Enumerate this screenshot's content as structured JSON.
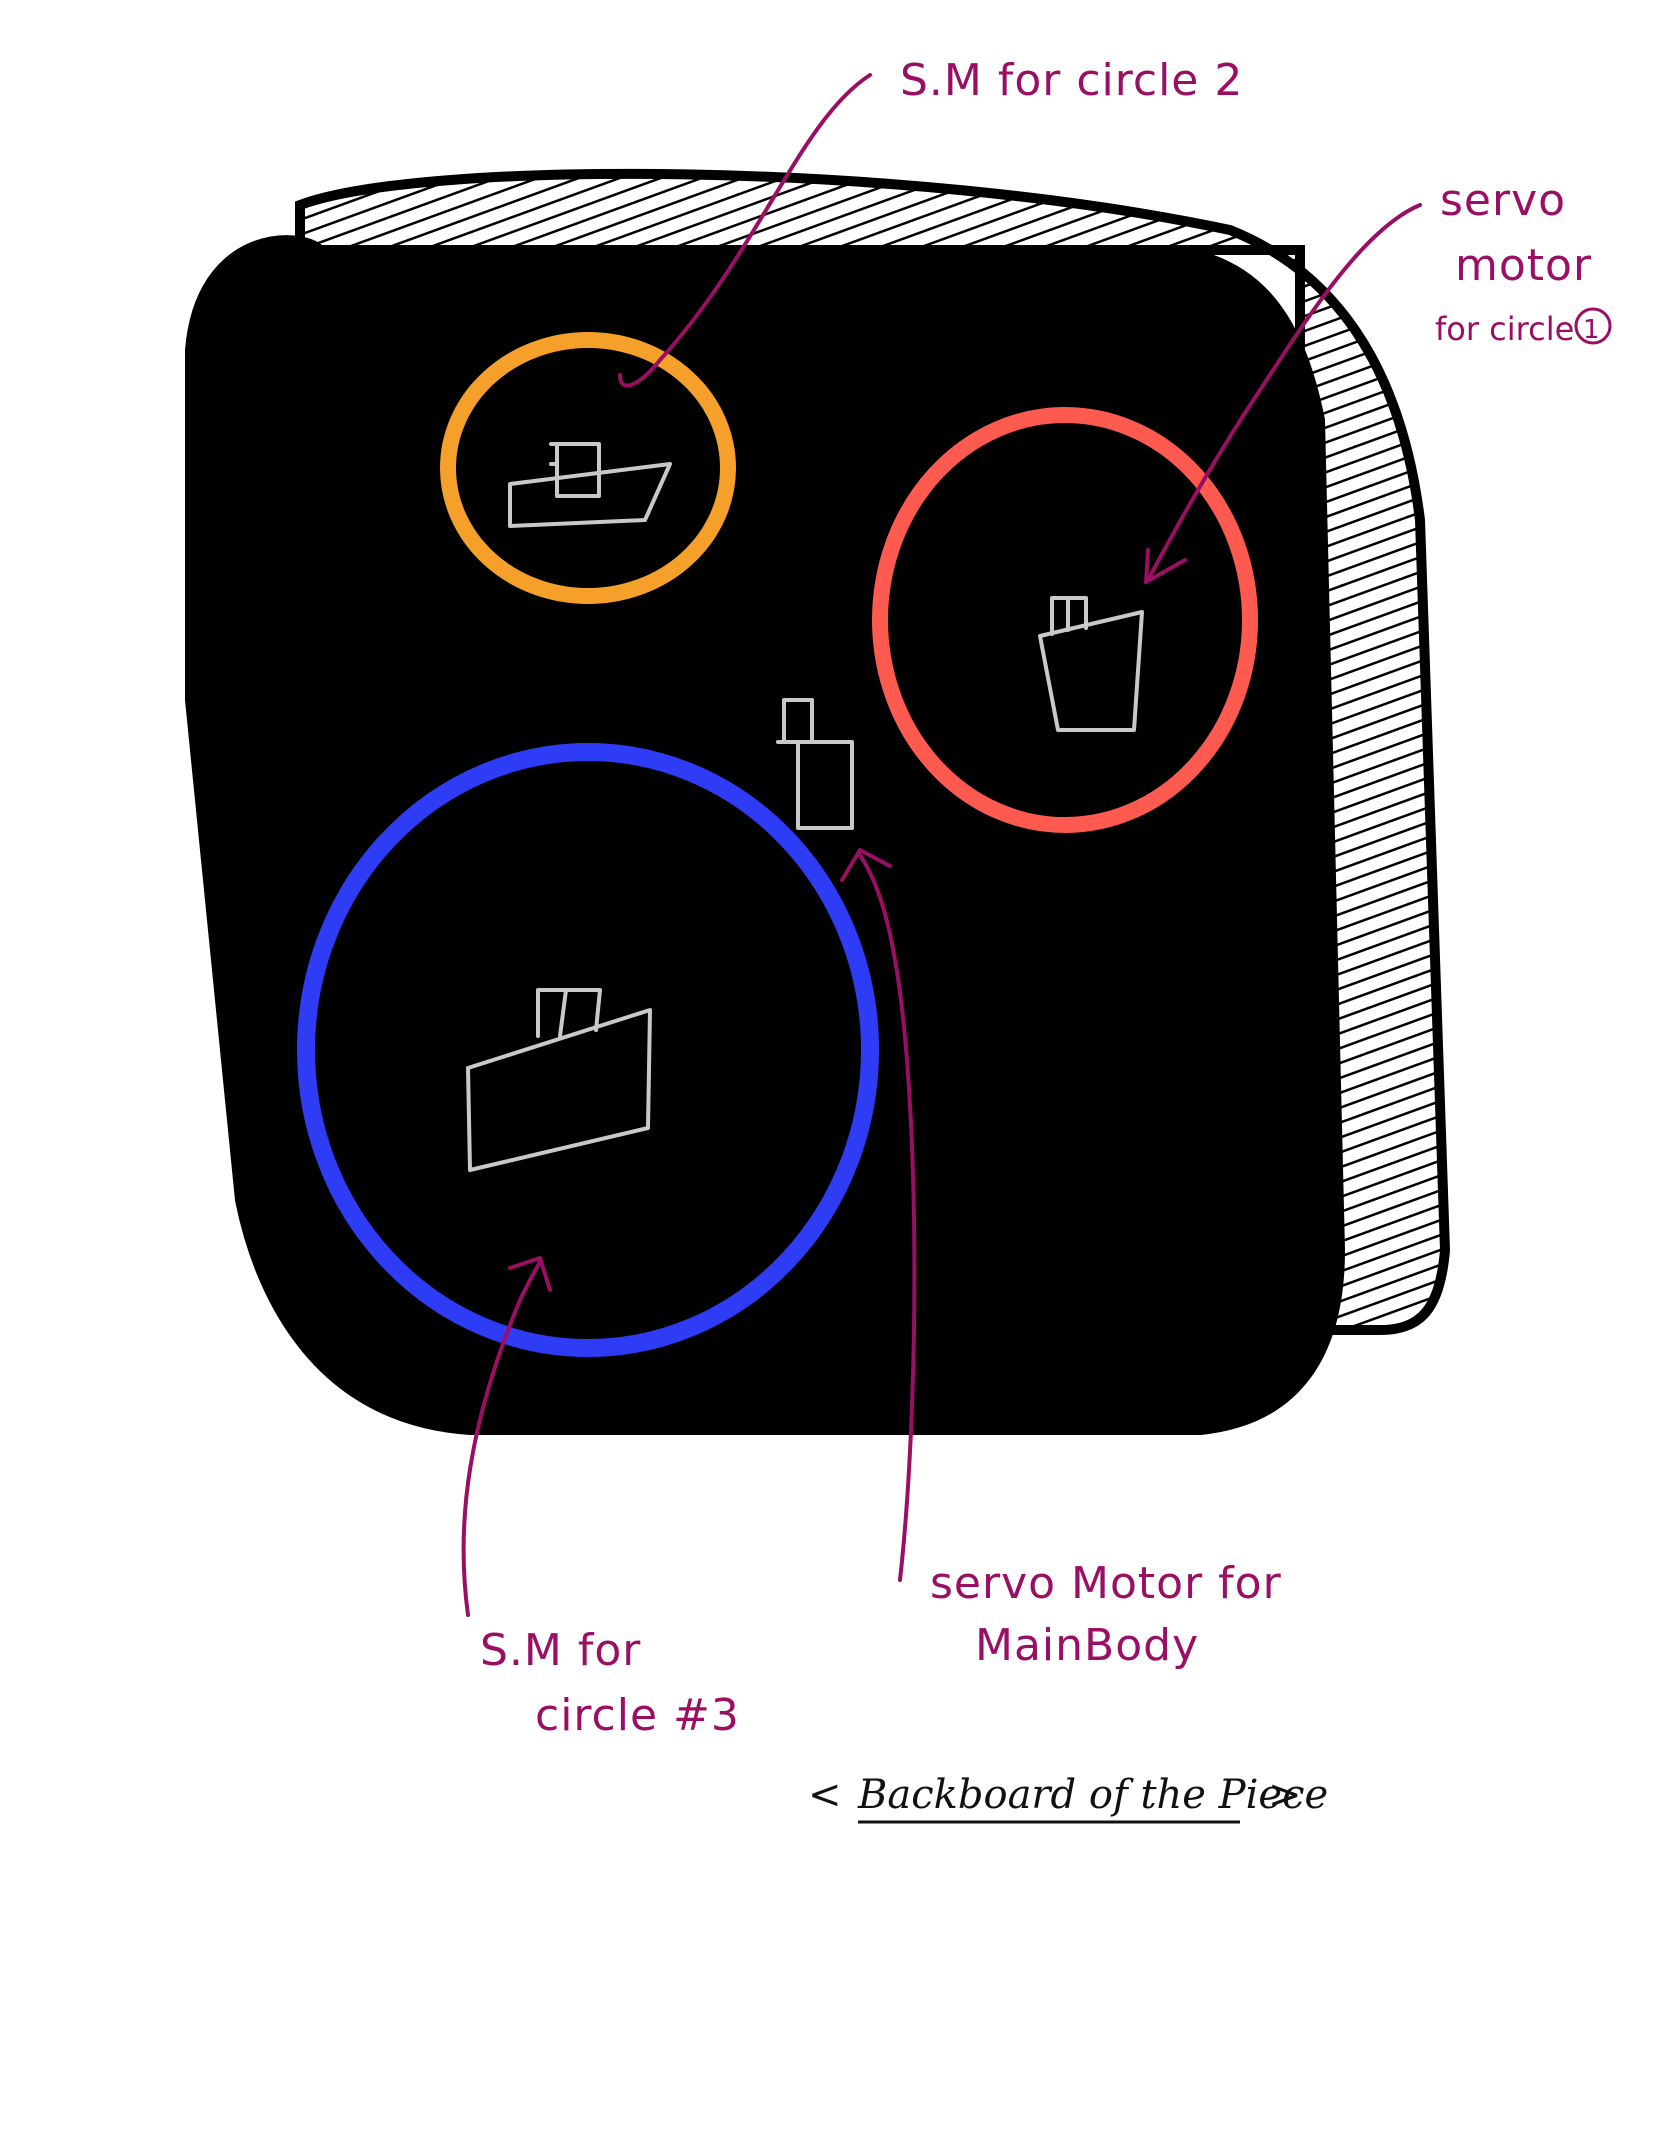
{
  "colors": {
    "board": "#000000",
    "board_edge": "#ffffff",
    "circle_1": "#ff5a50",
    "circle_2": "#f5a02a",
    "circle_3": "#2e3cf5",
    "motor": "#c9c9c9",
    "annotation": "#9a0e63"
  },
  "annotations": {
    "circle_2_motor": "S.M for circle 2",
    "circle_1_motor": {
      "line1": "servo",
      "line2": "motor",
      "line3": "for circle",
      "number": "1"
    },
    "main_body_motor": {
      "line1": "servo Motor for",
      "line2": "MainBody"
    },
    "circle_3_motor": {
      "line1": "S.M for",
      "line2": "circle #3"
    }
  },
  "caption": {
    "open": "<",
    "text": "Backboard of the Piece",
    "close": ">"
  }
}
